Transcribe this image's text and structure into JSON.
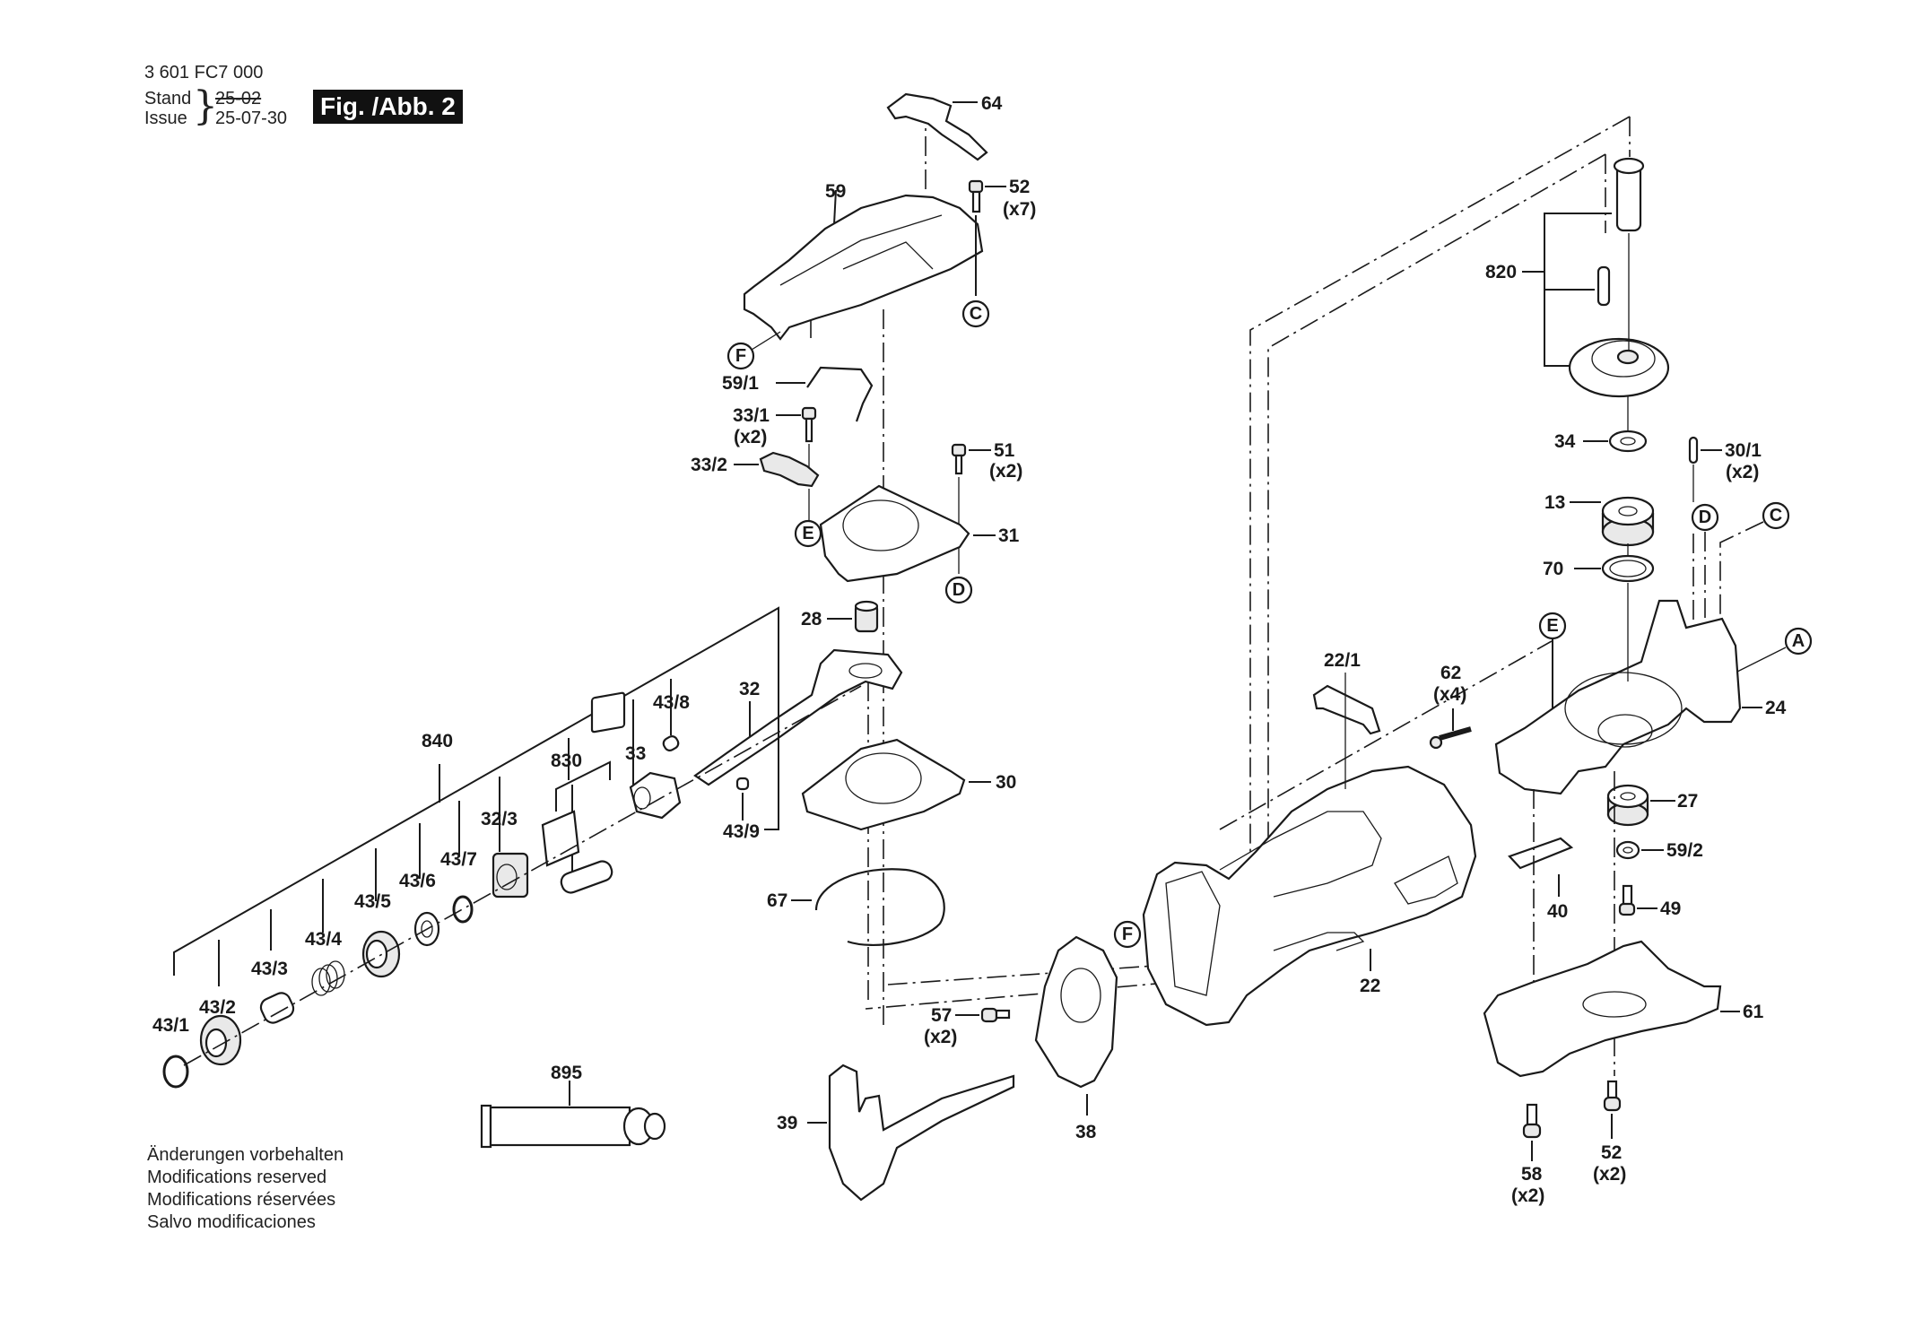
{
  "header": {
    "part_number": "3 601 FC7 000",
    "stand_label": "Stand",
    "issue_label": "Issue",
    "old_date": "25-02",
    "new_date": "25-07-30",
    "figure_badge": "Fig. /Abb. 2"
  },
  "notes": [
    "Änderungen vorbehalten",
    "Modifications reserved",
    "Modifications réservées",
    "Salvo modificaciones"
  ],
  "parts": {
    "p64": "64",
    "p59": "59",
    "p52a": "52",
    "p52a_qty": "(x7)",
    "p59_1": "59/1",
    "p33_1": "33/1",
    "p33_1_qty": "(x2)",
    "p33_2": "33/2",
    "p51": "51",
    "p51_qty": "(x2)",
    "p31": "31",
    "p28": "28",
    "p32": "32",
    "p43_8": "43/8",
    "p43_9": "43/9",
    "p33": "33",
    "p830": "830",
    "p840": "840",
    "p32_3": "32/3",
    "p43_7": "43/7",
    "p43_6": "43/6",
    "p43_5": "43/5",
    "p43_4": "43/4",
    "p43_3": "43/3",
    "p43_2": "43/2",
    "p43_1": "43/1",
    "p30": "30",
    "p67": "67",
    "p895": "895",
    "p57": "57",
    "p57_qty": "(x2)",
    "p39": "39",
    "p38": "38",
    "p22": "22",
    "p22_1": "22/1",
    "p62": "62",
    "p62_qty": "(x4)",
    "p820": "820",
    "p34": "34",
    "p30_1": "30/1",
    "p30_1_qty": "(x2)",
    "p13": "13",
    "p70": "70",
    "p24": "24",
    "p27": "27",
    "p59_2": "59/2",
    "p40": "40",
    "p49": "49",
    "p61": "61",
    "p58": "58",
    "p58_qty": "(x2)",
    "p52b": "52",
    "p52b_qty": "(x2)"
  },
  "references": {
    "A": "A",
    "C": "C",
    "D": "D",
    "E": "E",
    "F": "F"
  }
}
